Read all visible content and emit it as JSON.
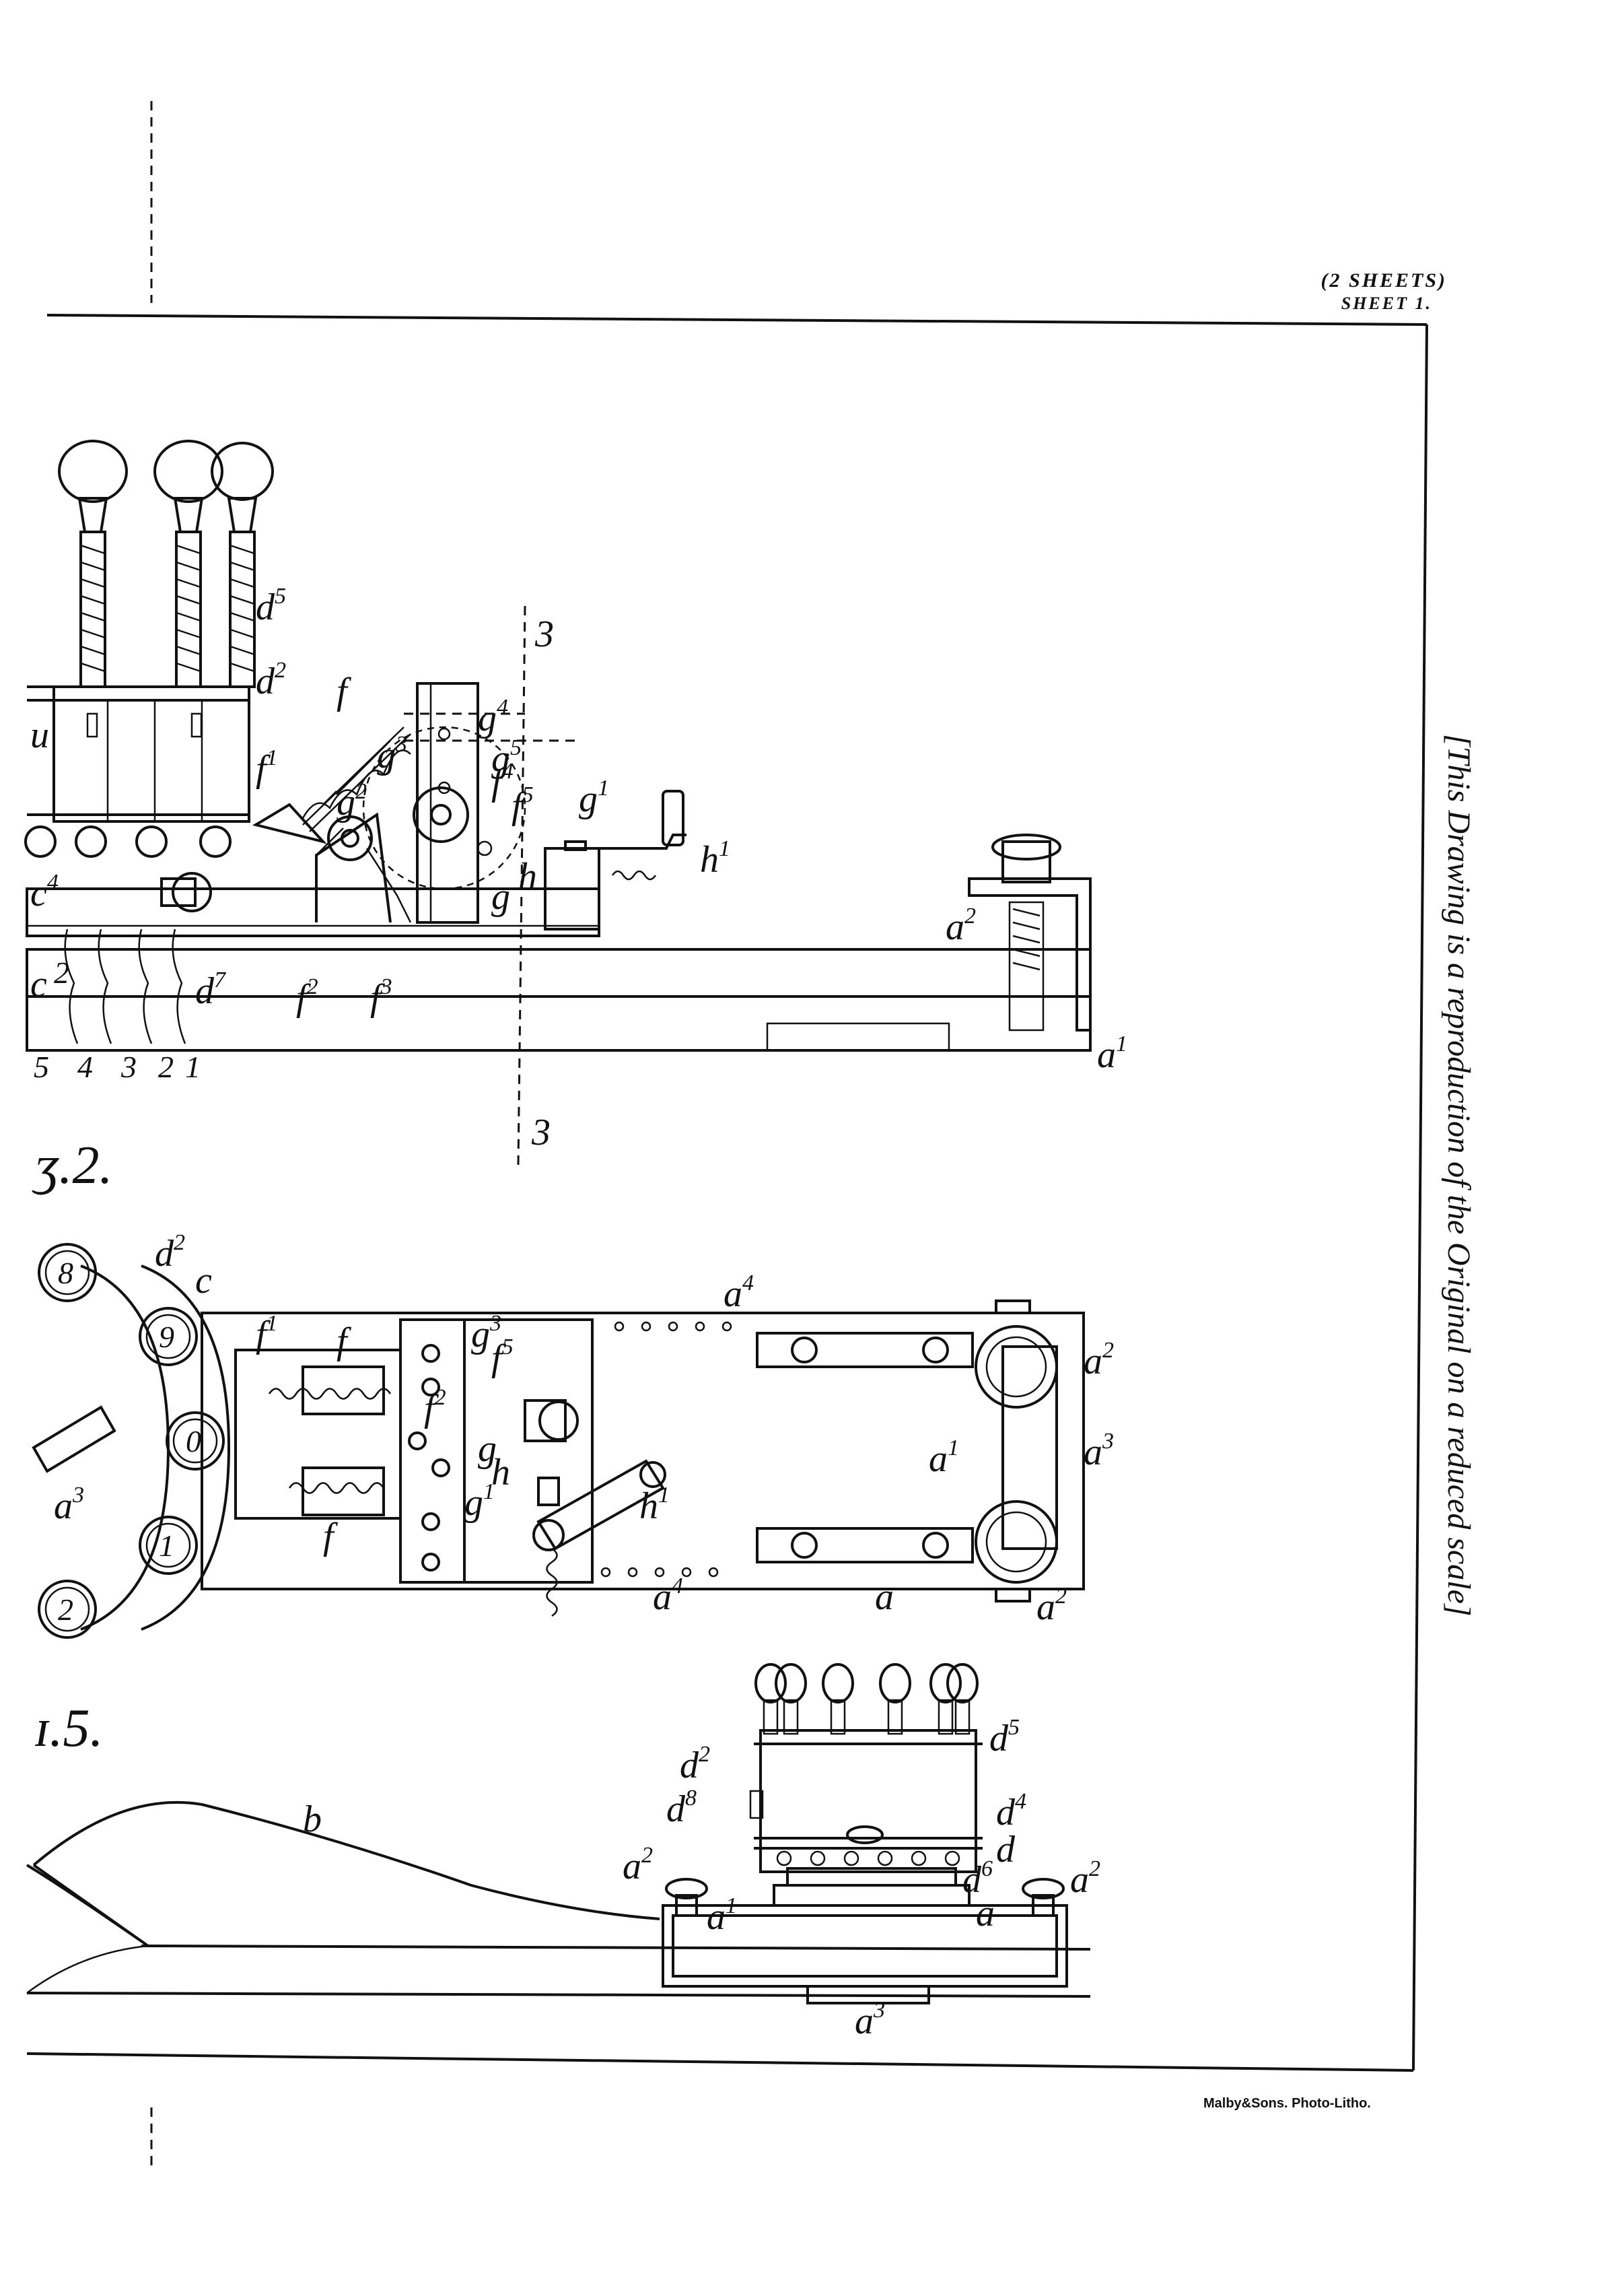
{
  "header": {
    "sheets": "(2 SHEETS)",
    "sheet": "SHEET 1."
  },
  "side_note": "[This Drawing is a reproduction of the Original on a reduced scale]",
  "credit": "Malby&Sons. Photo-Litho.",
  "figures": {
    "fig2": "ʒ.2.",
    "fig5": "ɪ.5."
  },
  "labels": {
    "d": "d",
    "d2": "d",
    "d4": "d",
    "d5": "d",
    "d6": "d",
    "d7": "d",
    "d8": "d",
    "f": "f",
    "f1": "f",
    "f2": "f",
    "f3": "f",
    "f4": "f",
    "f5": "f",
    "g": "g",
    "g1": "g",
    "g2": "g",
    "g3": "g",
    "g4": "g",
    "g5": "g",
    "h": "h",
    "h1": "h",
    "a": "a",
    "a1": "a",
    "a2": "a",
    "a3": "a",
    "a4": "a",
    "b": "b",
    "c": "c",
    "c4": "c",
    "u": "u",
    "section": "3",
    "wire_numbers": [
      "5",
      "4",
      "3",
      "2",
      "1"
    ],
    "c2": "2"
  },
  "superscripts": {
    "s1": "1",
    "s2": "2",
    "s3": "3",
    "s4": "4",
    "s5": "5",
    "s6": "6",
    "s7": "7",
    "s8": "8"
  },
  "dial_numbers": [
    "8",
    "9",
    "0",
    "1",
    "2"
  ]
}
